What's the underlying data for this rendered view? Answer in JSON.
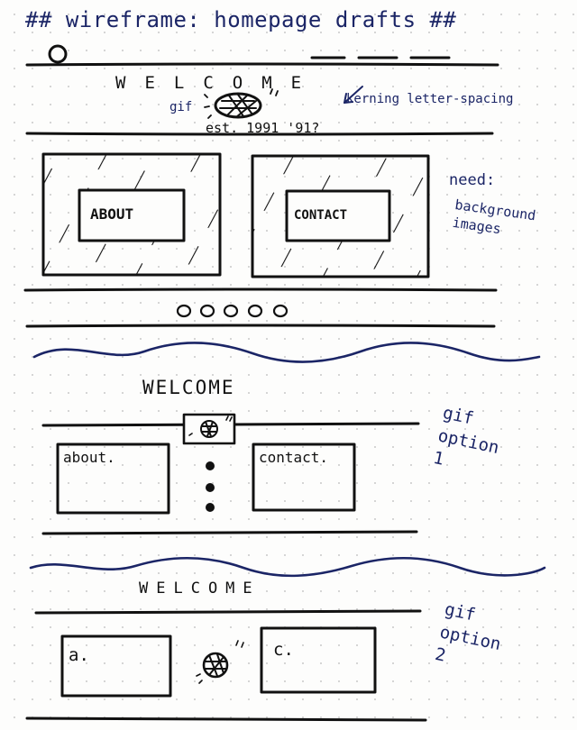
{
  "title": "## wireframe: homepage drafts ##",
  "draft1": {
    "welcome": "WELCOME",
    "gif_label": "gif",
    "est_label": "est. 1991 '91?",
    "kerning_note": "kerning letter-spacing",
    "about_label": "ABOUT",
    "contact_label": "CONTACT",
    "need_note_title": "need:",
    "need_note_body": "background images",
    "pagination_dots": "OOOOO"
  },
  "draft2": {
    "welcome": "WELCOME",
    "about_label": "about.",
    "contact_label": "contact.",
    "gif_option_label": "gif option 1"
  },
  "draft3": {
    "welcome": "WELCOME",
    "about_label": "a.",
    "contact_label": "c.",
    "gif_option_label": "gif option 2"
  },
  "colors": {
    "ink": "#111111",
    "note_ink": "#1b2566",
    "dot_grid": "#cfcfcf"
  }
}
